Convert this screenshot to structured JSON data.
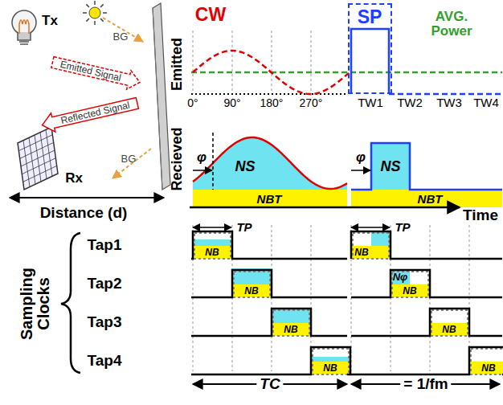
{
  "diagram": {
    "nodes": [
      {
        "text": [
          "SP"
        ]
      },
      {
        "text": [
          "Emitted Signal"
        ]
      },
      {
        "text": [
          "Reflected Signal"
        ]
      }
    ],
    "labels": [
      "Tx",
      "BG",
      "Distance (d)",
      "Rx",
      "BG",
      "CW",
      "AVG. Power",
      "Emitted",
      "Recieved",
      "0°",
      "90°",
      "180°",
      "270°",
      "TW1",
      "TW2",
      "TW3",
      "TW4",
      "φ",
      "NS",
      "NBT",
      "φ",
      "NS",
      "NBT",
      "Time",
      "TP",
      "TP",
      "Tap1",
      "Tap2",
      "Tap3",
      "Tap4",
      "Sampling Clocks",
      "NB",
      "NB",
      "NB",
      "NB",
      "NB",
      "Nφ",
      "NB",
      "NB",
      "NB",
      "TC",
      "= 1/fm"
    ]
  }
}
